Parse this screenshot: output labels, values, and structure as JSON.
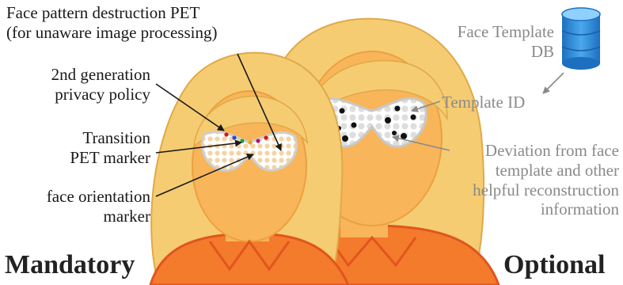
{
  "labels": {
    "face_pattern_pet_line1": "Face pattern destruction PET",
    "face_pattern_pet_line2": "(for unaware image processing)",
    "privacy_policy_line1": "2nd generation",
    "privacy_policy_line2": "privacy policy",
    "transition_pet_line1": "Transition",
    "transition_pet_line2": "PET marker",
    "orientation_line1": "face orientation",
    "orientation_line2": "marker",
    "face_template_db_line1": "Face Template",
    "face_template_db_line2": "DB",
    "template_id": "Template ID",
    "deviation_line1": "Deviation from face",
    "deviation_line2": "template and other",
    "deviation_line3": "helpful reconstruction",
    "deviation_line4": "information",
    "mandatory": "Mandatory",
    "optional": "Optional"
  },
  "icons": {
    "database": "database-icon",
    "marker_dots": [
      "#d11a1a",
      "#1f4fd8",
      "#1aa34a",
      "#e8a81a",
      "#b0137a"
    ]
  },
  "colors": {
    "hair": "#f6cc72",
    "hair_outline": "#e0a947",
    "face": "#f8b55a",
    "face_outline": "#eaa140",
    "shirt": "#f47a2c",
    "shirt_dark": "#e0561c",
    "mask_fill": "#f6f6f6",
    "mask_outline": "#c9c9c9",
    "db_blue": "#2f8fd9",
    "label_dark": "#1a1a1a",
    "label_grey": "#8a8a8a"
  }
}
